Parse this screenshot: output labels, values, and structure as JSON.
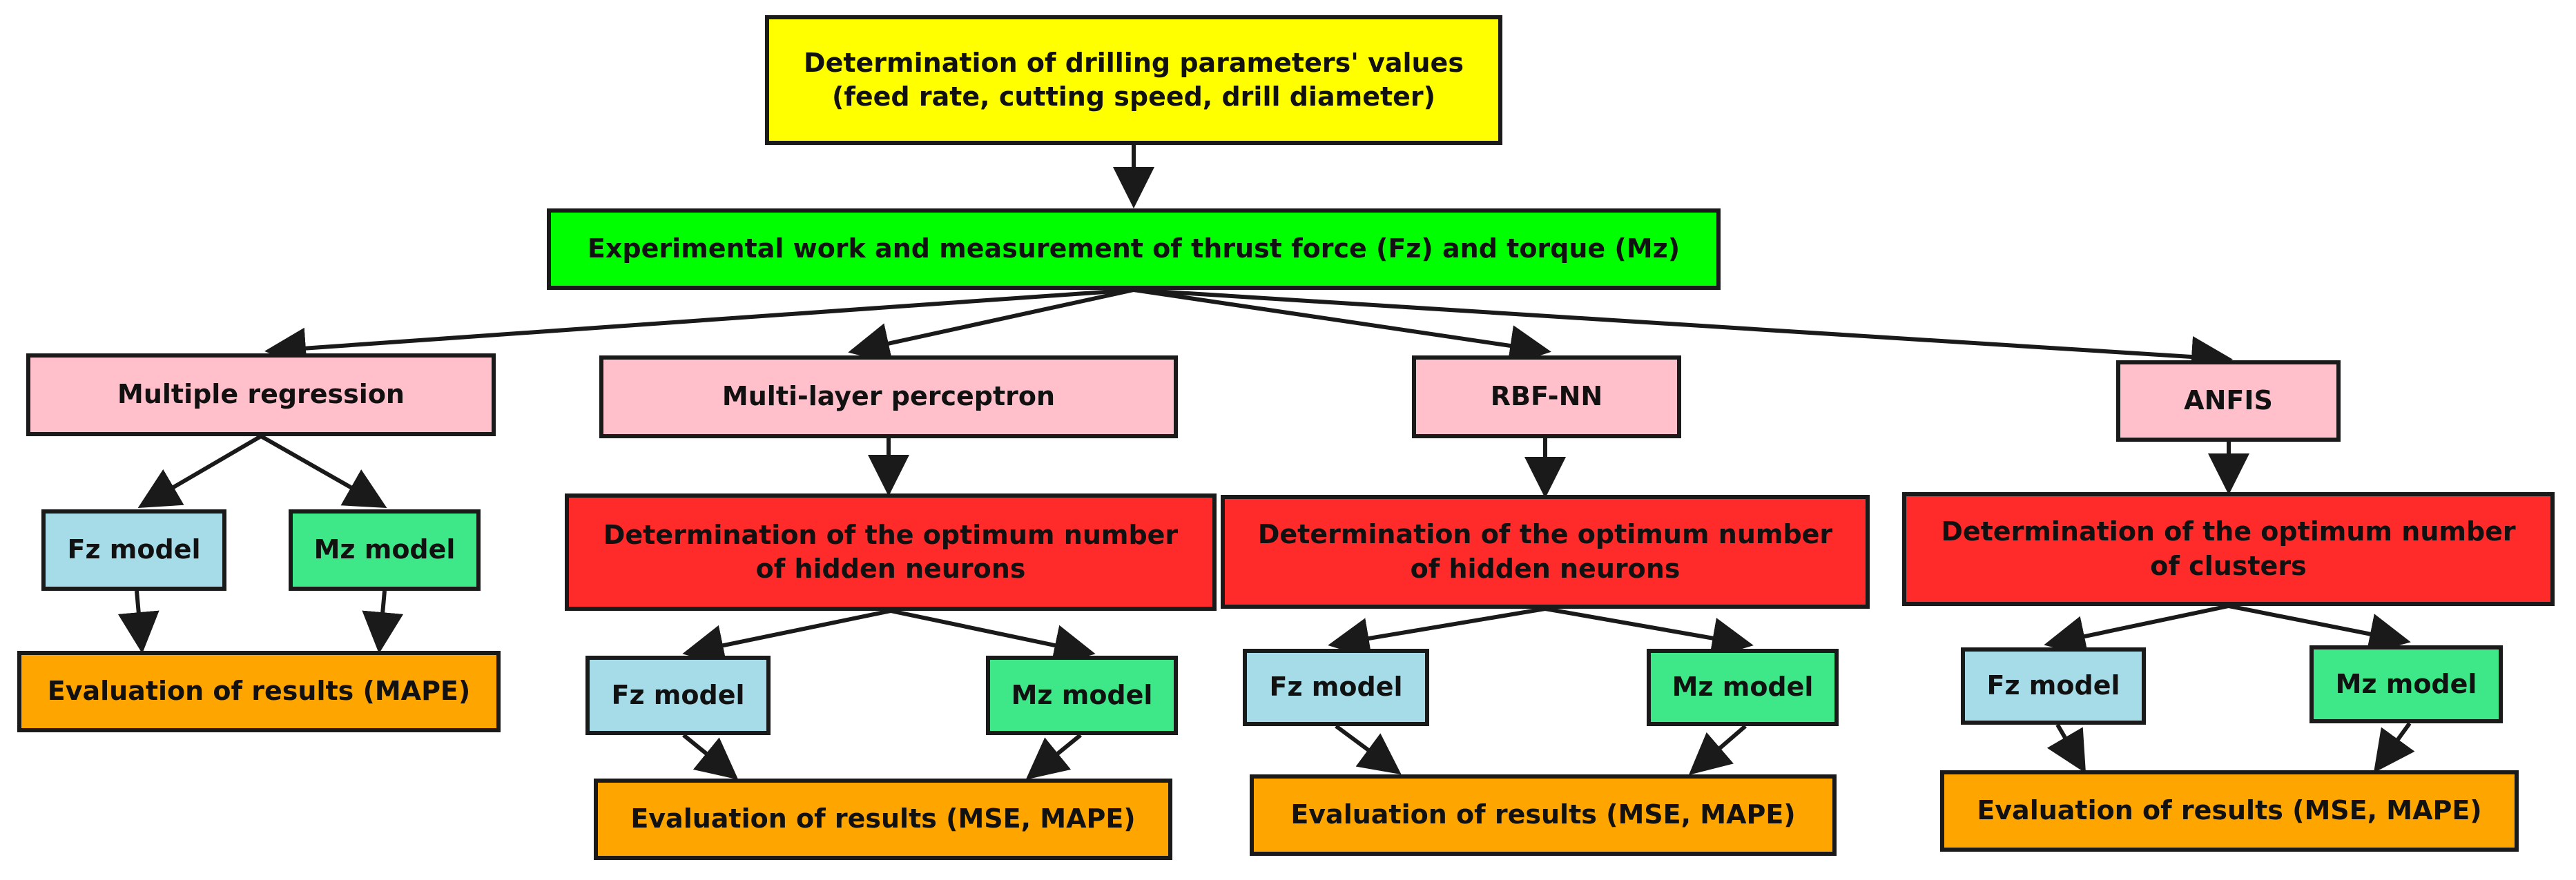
{
  "top": {
    "line1": "Determination of drilling parameters' values",
    "line2": "(feed rate, cutting speed, drill diameter)"
  },
  "experimental": "Experimental work and measurement of thrust force (Fz) and torque (Mz)",
  "methods": [
    {
      "name": "Multiple regression",
      "fz": "Fz model",
      "mz": "Mz model",
      "evaluation": "Evaluation of results (MAPE)"
    },
    {
      "name": "Multi-layer perceptron",
      "optimum_line1": "Determination of the optimum number",
      "optimum_line2": "of hidden neurons",
      "fz": "Fz model",
      "mz": "Mz model",
      "evaluation": "Evaluation of results (MSE, MAPE)"
    },
    {
      "name": "RBF-NN",
      "optimum_line1": "Determination of the optimum number",
      "optimum_line2": "of hidden neurons",
      "fz": "Fz model",
      "mz": "Mz model",
      "evaluation": "Evaluation of results (MSE, MAPE)"
    },
    {
      "name": "ANFIS",
      "optimum_line1": "Determination of the optimum number",
      "optimum_line2": "of clusters",
      "fz": "Fz model",
      "mz": "Mz model",
      "evaluation": "Evaluation of results (MSE, MAPE)"
    }
  ],
  "colors": {
    "top": "#ffff00",
    "experimental": "#00ff00",
    "method": "#ffc0cb",
    "optimum": "#ff2a2a",
    "fz": "#a6dbe8",
    "mz": "#3ee888",
    "evaluation": "#ffa500",
    "stroke": "#1a1a1a"
  }
}
